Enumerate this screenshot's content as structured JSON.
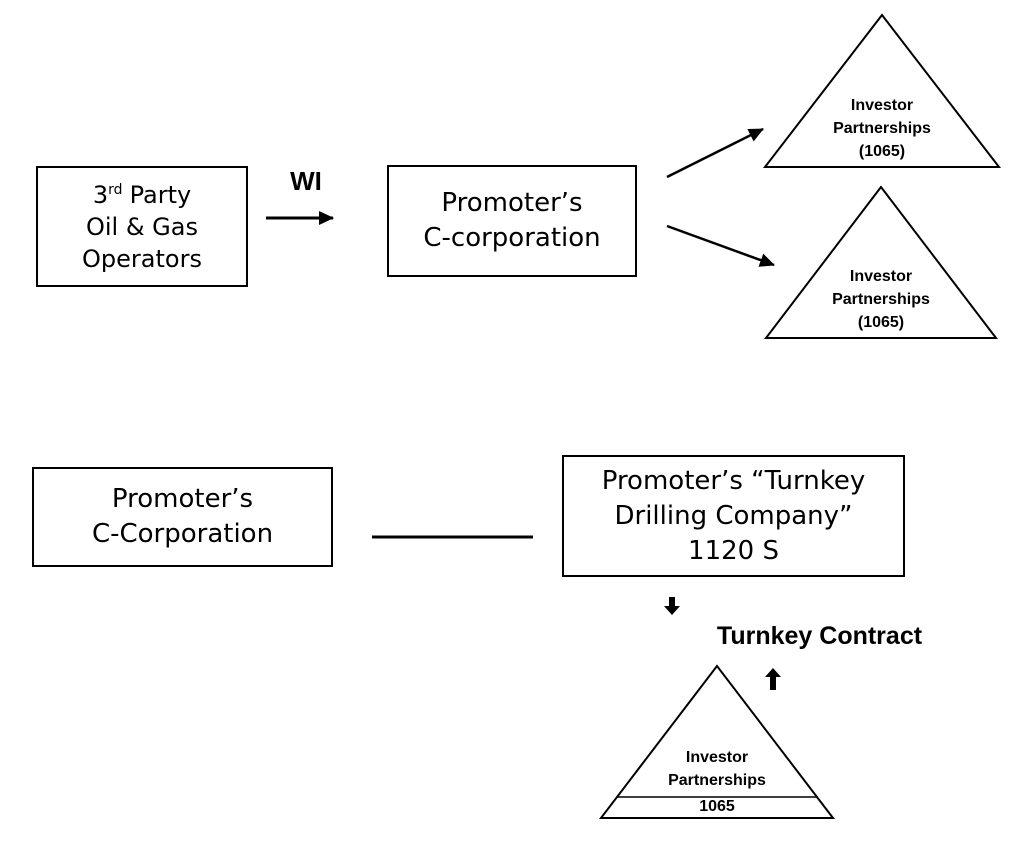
{
  "colors": {
    "stroke": "#000000",
    "background": "#ffffff",
    "text": "#000000"
  },
  "diagram": {
    "top_flow": {
      "operators_box": {
        "line1_num": "3",
        "line1_sup": "rd",
        "line1_rest": "Party",
        "line2": "Oil & Gas",
        "line3": "Operators"
      },
      "wi_label": "WI",
      "promoter_box": {
        "line1": "Promoter’s",
        "line2": "C-corporation"
      },
      "partnership_triangle_1": {
        "line1": "Investor",
        "line2": "Partnerships",
        "line3": "(1065)"
      },
      "partnership_triangle_2": {
        "line1": "Investor",
        "line2": "Partnerships",
        "line3": "(1065)"
      }
    },
    "bottom_flow": {
      "promoter_box": {
        "line1": "Promoter’s",
        "line2": "C-Corporation"
      },
      "turnkey_box": {
        "line1": "Promoter’s “Turnkey",
        "line2": "Drilling Company”",
        "line3": "1120 S"
      },
      "turnkey_contract_label": "Turnkey Contract",
      "partnership_triangle": {
        "line1": "Investor",
        "line2": "Partnerships",
        "band": "1065"
      }
    }
  }
}
